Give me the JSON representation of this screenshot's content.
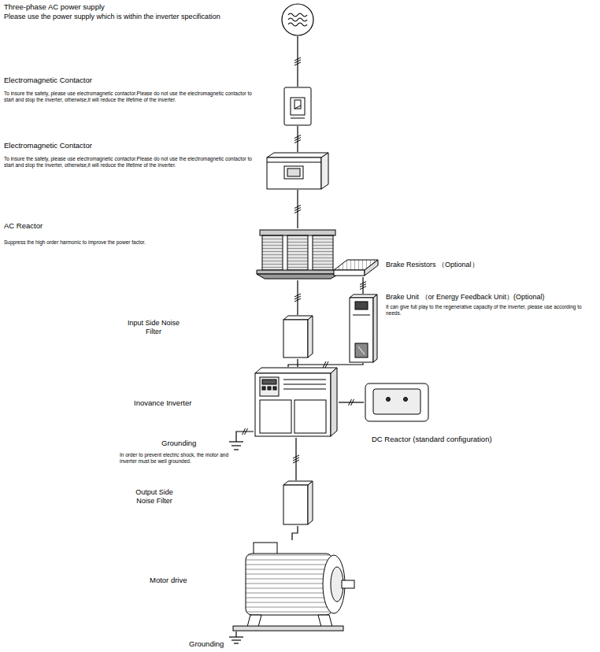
{
  "diagram": {
    "nodes": [
      {
        "text": [
          "Three-phase AC power supply",
          "Please use the power supply which is within the inverter specification"
        ]
      },
      {
        "text": [
          "Electromagnetic Contactor",
          "To insure the safety, please use electromagnetic contactor.Please do not use the electromagnetic contactor to start and stop the inverter, otherwise,it will reduce the lifetime of the inverter."
        ]
      },
      {
        "text": [
          "Electromagnetic Contactor",
          "To insure the safety, please use electromagnetic contactor.Please do not use the electromagnetic contactor to start and stop the inverter, otherwise,it will reduce the lifetime of the inverter."
        ]
      },
      {
        "text": [
          "AC Reactor",
          "Suppress the high order harmonic to improve the power factor."
        ]
      },
      {
        "text": [
          "Brake Resistors （Optional）"
        ]
      },
      {
        "text": [
          "Input Side Noise Filter"
        ]
      },
      {
        "text": [
          "Brake Unit （or Energy Feedback Unit）(Optional)",
          "It can give full play to the regenerative capacity of the inverter, please use according to needs."
        ]
      },
      {
        "text": [
          "Inovance Inverter"
        ]
      },
      {
        "text": [
          "DC Reactor (standard configuration)"
        ]
      },
      {
        "text": [
          "Grounding",
          "In order to prevent electric shock, the motor and inverter must be well grounded."
        ]
      },
      {
        "text": [
          "Output Side Noise Filter"
        ]
      },
      {
        "text": [
          "Motor drive"
        ]
      },
      {
        "text": [
          "Grounding"
        ]
      }
    ],
    "edges": [
      {
        "from": 0,
        "to": 1,
        "arrow": "none"
      },
      {
        "from": 1,
        "to": 2,
        "arrow": "none"
      },
      {
        "from": 2,
        "to": 3,
        "arrow": "none"
      },
      {
        "from": 3,
        "to": 5,
        "arrow": "none"
      },
      {
        "from": 5,
        "to": 7,
        "arrow": "none"
      },
      {
        "from": 4,
        "to": 6,
        "arrow": "none"
      },
      {
        "from": 6,
        "to": 7,
        "arrow": "none"
      },
      {
        "from": 7,
        "to": 8,
        "arrow": "none"
      },
      {
        "from": 7,
        "to": 9,
        "arrow": "none"
      },
      {
        "from": 7,
        "to": 10,
        "arrow": "none"
      },
      {
        "from": 10,
        "to": 11,
        "arrow": "none"
      },
      {
        "from": 11,
        "to": 12,
        "arrow": "none"
      }
    ]
  }
}
